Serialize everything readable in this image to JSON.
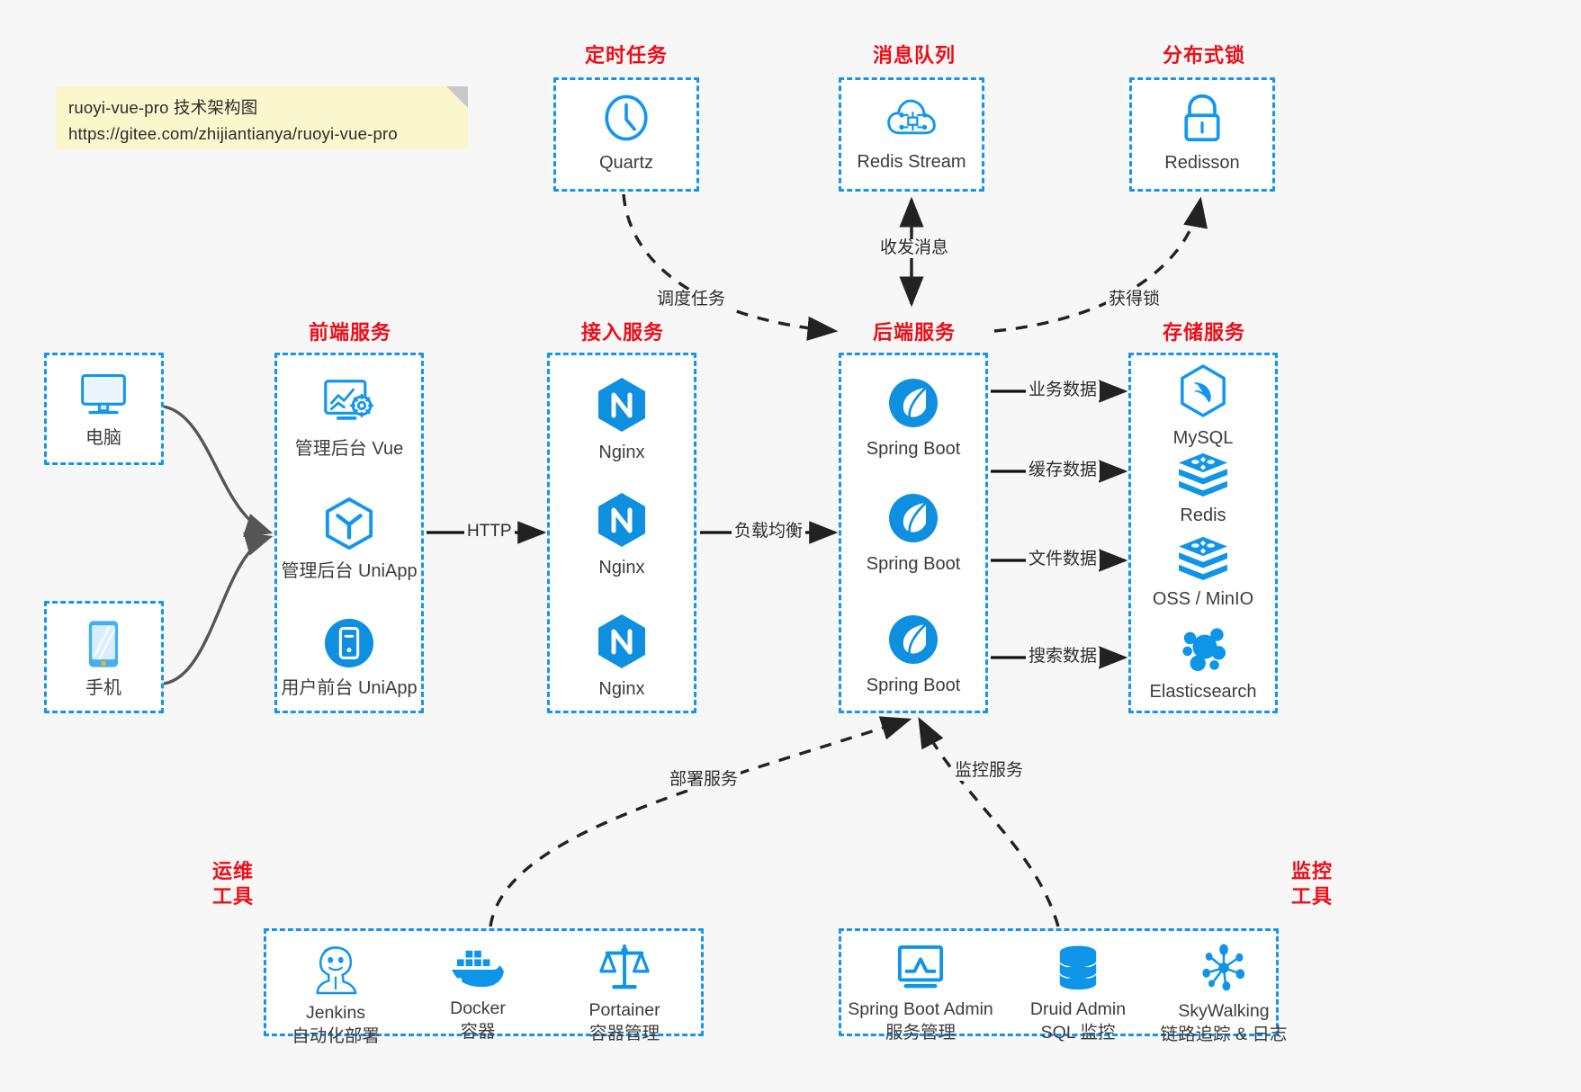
{
  "page": {
    "title": "ruoyi-vue-pro 技术架构图",
    "bg_color": "#f7f7f7",
    "accent_blue": "#1296f0",
    "accent_red": "#ec0e18",
    "note_bg": "#fbf7cd"
  },
  "note": {
    "line1": "ruoyi-vue-pro 技术架构图",
    "line2": "https://gitee.com/zhijiantianya/ruoyi-vue-pro"
  },
  "groups": {
    "scheduled_tasks": {
      "title": "定时任务"
    },
    "message_queue": {
      "title": "消息队列"
    },
    "distributed_lock": {
      "title": "分布式锁"
    },
    "frontend": {
      "title": "前端服务"
    },
    "gateway": {
      "title": "接入服务"
    },
    "backend": {
      "title": "后端服务"
    },
    "storage": {
      "title": "存储服务"
    },
    "devops": {
      "title": "运维\n工具",
      "line1": "运维",
      "line2": "工具"
    },
    "monitor": {
      "title": "监控\n工具",
      "line1": "监控",
      "line2": "工具"
    }
  },
  "nodes": {
    "quartz": {
      "label": "Quartz",
      "icon": "clock-icon"
    },
    "redis_stream": {
      "label": "Redis Stream",
      "icon": "cloud-stream-icon"
    },
    "redisson": {
      "label": "Redisson",
      "icon": "lock-icon"
    },
    "computer": {
      "label": "电脑",
      "icon": "desktop-icon"
    },
    "phone": {
      "label": "手机",
      "icon": "smartphone-icon"
    },
    "admin_vue": {
      "label": "管理后台 Vue",
      "icon": "dashboard-icon"
    },
    "admin_uniapp": {
      "label": "管理后台 UniApp",
      "icon": "uniapp-icon"
    },
    "user_uniapp": {
      "label": "用户前台 UniApp",
      "icon": "mobile-app-icon"
    },
    "nginx1": {
      "label": "Nginx",
      "icon": "nginx-icon"
    },
    "nginx2": {
      "label": "Nginx",
      "icon": "nginx-icon"
    },
    "nginx3": {
      "label": "Nginx",
      "icon": "nginx-icon"
    },
    "springboot1": {
      "label": "Spring Boot",
      "icon": "spring-boot-icon"
    },
    "springboot2": {
      "label": "Spring Boot",
      "icon": "spring-boot-icon"
    },
    "springboot3": {
      "label": "Spring Boot",
      "icon": "spring-boot-icon"
    },
    "mysql": {
      "label": "MySQL",
      "icon": "mysql-icon"
    },
    "redis": {
      "label": "Redis",
      "icon": "redis-icon"
    },
    "oss": {
      "label": "OSS / MinIO",
      "icon": "redis-icon"
    },
    "elasticsearch": {
      "label": "Elasticsearch",
      "icon": "elasticsearch-icon"
    },
    "jenkins": {
      "label": "Jenkins",
      "sublabel": "自动化部署",
      "icon": "jenkins-icon"
    },
    "docker": {
      "label": "Docker",
      "sublabel": "容器",
      "icon": "docker-icon"
    },
    "portainer": {
      "label": "Portainer",
      "sublabel": "容器管理",
      "icon": "scales-icon"
    },
    "sba": {
      "label": "Spring Boot Admin",
      "sublabel": "服务管理",
      "icon": "monitor-chart-icon"
    },
    "druid": {
      "label": "Druid Admin",
      "sublabel": "SQL 监控",
      "icon": "database-icon"
    },
    "skywalking": {
      "label": "SkyWalking",
      "sublabel": "链路追踪 & 日志",
      "icon": "skywalking-icon"
    }
  },
  "edges": {
    "http": {
      "label": "HTTP"
    },
    "load_balance": {
      "label": "负载均衡"
    },
    "schedule_task": {
      "label": "调度任务"
    },
    "send_receive": {
      "label": "收发消息"
    },
    "acquire_lock": {
      "label": "获得锁"
    },
    "business_data": {
      "label": "业务数据"
    },
    "cache_data": {
      "label": "缓存数据"
    },
    "file_data": {
      "label": "文件数据"
    },
    "search_data": {
      "label": "搜索数据"
    },
    "deploy_service": {
      "label": "部署服务"
    },
    "monitor_service": {
      "label": "监控服务"
    }
  }
}
